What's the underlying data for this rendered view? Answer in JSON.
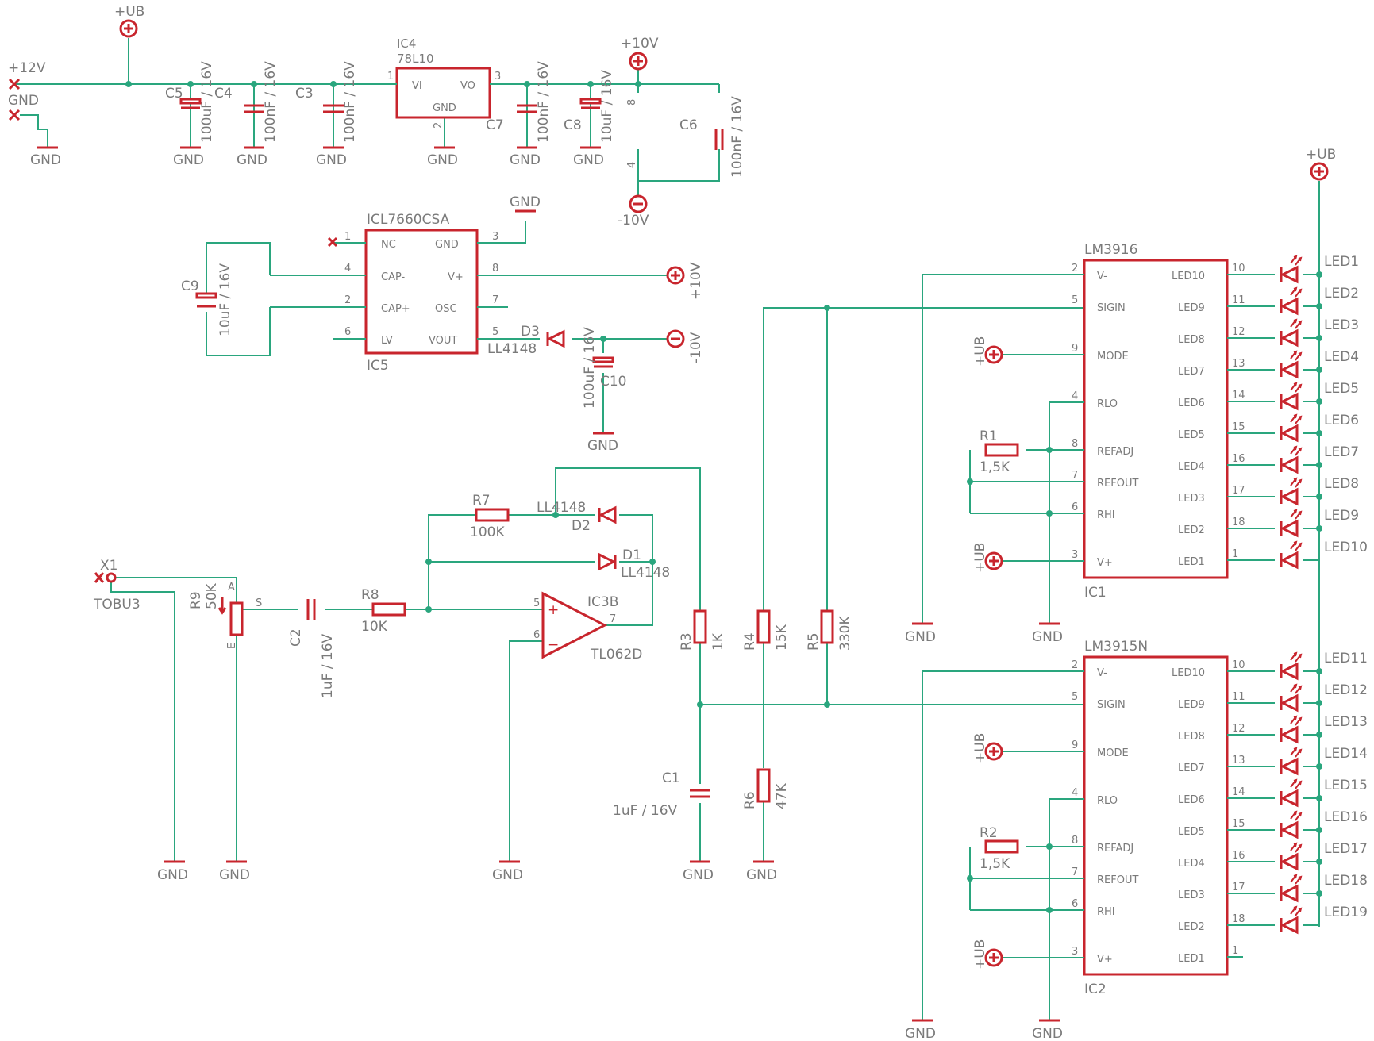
{
  "nets": {
    "plus12": "+12V",
    "gnd": "GND",
    "ub": "+UB",
    "p10": "+10V",
    "n10": "-10V",
    "x": "×"
  },
  "ic4": {
    "name": "IC4",
    "value": "78L10",
    "vi": "VI",
    "vo": "VO",
    "gnd": "GND",
    "p1": "1",
    "p2": "2",
    "p3": "3"
  },
  "caps_top": {
    "c5": "C5",
    "c5v": "100uF / 16V",
    "c4": "C4",
    "c4v": "100nF / 16V",
    "c3": "C3",
    "c3v": "100nF / 16V",
    "c7": "C7",
    "c7v": "100nF / 16V",
    "c8": "C8",
    "c8v": "10uF / 16V",
    "c6": "C6",
    "c6v": "100nF / 16V",
    "pin8": "8",
    "pin4": "4"
  },
  "ic5": {
    "name": "ICL7660CSA",
    "ref": "IC5",
    "left": [
      "NC",
      "CAP-",
      "CAP+",
      "LV"
    ],
    "left_pins": [
      "1",
      "4",
      "2",
      "6"
    ],
    "right": [
      "GND",
      "V+",
      "OSC",
      "VOUT"
    ],
    "right_pins": [
      "3",
      "8",
      "7",
      "5"
    ]
  },
  "c9": {
    "name": "C9",
    "value": "10uF / 16V"
  },
  "c10": {
    "name": "C10",
    "value": "100uF / 16V"
  },
  "d3": {
    "name": "D3",
    "value": "LL4148"
  },
  "input": {
    "x1": "X1",
    "tobu": "TOBU3",
    "r9": "R9",
    "r9v": "50K",
    "a": "A",
    "s": "S",
    "e": "E"
  },
  "opamp": {
    "c2": "C2",
    "c2v": "1uF / 16V",
    "r8": "R8",
    "r8v": "10K",
    "r7": "R7",
    "r7v": "100K",
    "d2": "D2",
    "d2v": "LL4148",
    "d1": "D1",
    "d1v": "LL4148",
    "ic": "IC3B",
    "type": "TL062D",
    "plus": "+",
    "minus": "−",
    "p5": "5",
    "p6": "6",
    "p7": "7"
  },
  "ladder": {
    "r3": "R3",
    "r3v": "1K",
    "r4": "R4",
    "r4v": "15K",
    "r5": "R5",
    "r5v": "330K",
    "r6": "R6",
    "r6v": "47K",
    "c1": "C1",
    "c1v": "1uF / 16V"
  },
  "ic1": {
    "type": "LM3916",
    "ref": "IC1",
    "r": "R1",
    "rv": "1,5K",
    "leds": [
      "LED1",
      "LED2",
      "LED3",
      "LED4",
      "LED5",
      "LED6",
      "LED7",
      "LED8",
      "LED9",
      "LED10"
    ]
  },
  "ic2": {
    "type": "LM3915N",
    "ref": "IC2",
    "r": "R2",
    "rv": "1,5K",
    "leds": [
      "LED11",
      "LED12",
      "LED13",
      "LED14",
      "LED15",
      "LED16",
      "LED17",
      "LED18",
      "LED19"
    ]
  },
  "driver": {
    "left": [
      "V-",
      "SIGIN",
      "MODE",
      "RLO",
      "REFADJ",
      "REFOUT",
      "RHI",
      "V+"
    ],
    "left_pins": [
      "2",
      "5",
      "9",
      "4",
      "8",
      "7",
      "6",
      "3"
    ],
    "right": [
      "LED10",
      "LED9",
      "LED8",
      "LED7",
      "LED6",
      "LED5",
      "LED4",
      "LED3",
      "LED2",
      "LED1"
    ],
    "right_pins": [
      "10",
      "11",
      "12",
      "13",
      "14",
      "15",
      "16",
      "17",
      "18",
      "1"
    ]
  }
}
